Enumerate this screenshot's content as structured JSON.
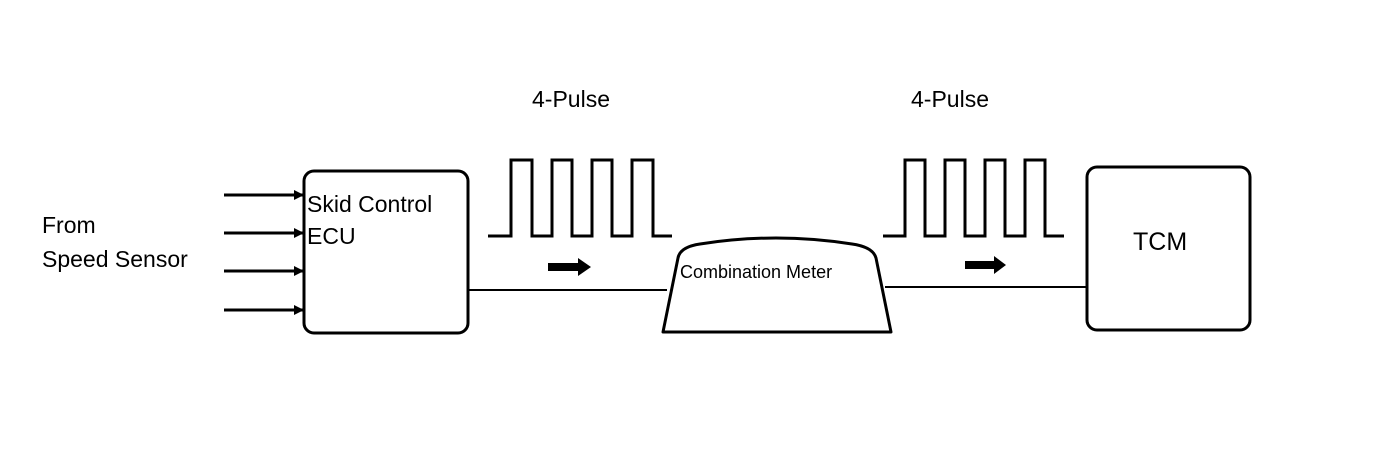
{
  "source": {
    "line1": "From",
    "line2": "Speed Sensor"
  },
  "ecu": {
    "line1": "Skid Control",
    "line2": "ECU"
  },
  "signal_1": {
    "label": "4-Pulse"
  },
  "meter": {
    "label": "Combination Meter"
  },
  "signal_2": {
    "label": "4-Pulse"
  },
  "tcm": {
    "label": "TCM"
  },
  "colors": {
    "stroke": "#000000",
    "background": "#ffffff"
  }
}
